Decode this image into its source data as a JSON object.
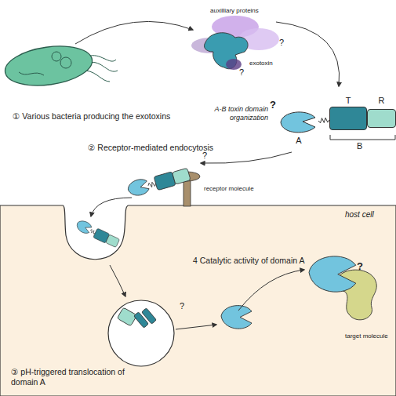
{
  "diagram": {
    "nodes": [
      {
        "text": [
          "A"
        ]
      },
      {
        "text": [
          "T"
        ]
      },
      {
        "text": [
          "R"
        ]
      }
    ],
    "edges": [
      {
        "from": 0,
        "to": 1,
        "arrow": "none"
      }
    ],
    "labels": [
      "auxilliary proteins",
      "?",
      "exotoxin",
      "?",
      "① Various bacteria producing the exotoxins",
      "A-B toxin domain organization",
      "?",
      "B",
      "② Receptor-mediated endocytosis",
      "?",
      "receptor molecule",
      "host cell",
      "③ pH-triggered translocation of domain A",
      "?",
      "4 Catalytic activity of domain A",
      "?",
      "target molecule"
    ]
  }
}
